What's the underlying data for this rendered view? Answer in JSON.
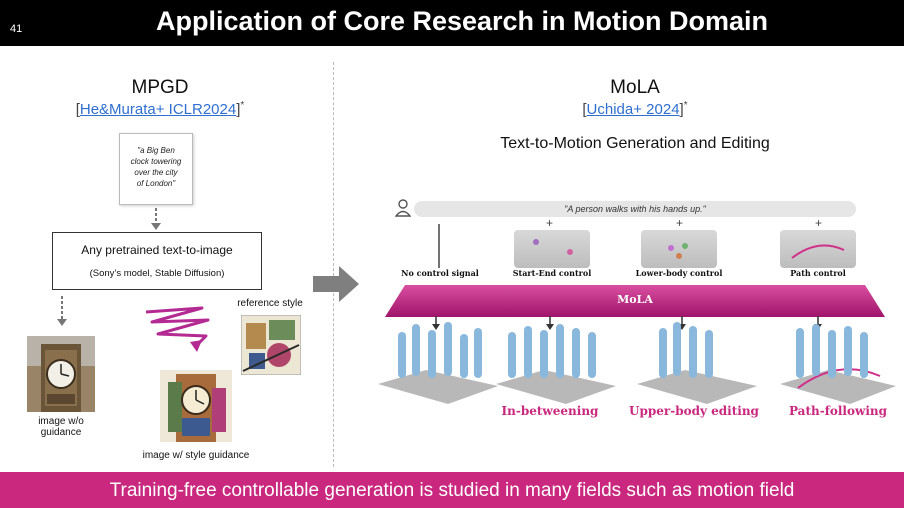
{
  "slide": {
    "number": "41",
    "title": "Application of Core Research in Motion Domain",
    "footer": "Training-free controllable generation is studied in many fields such as motion field"
  },
  "left": {
    "title": "MPGD",
    "cite_open": "[",
    "cite_link": "He&Murata+ ICLR2024",
    "cite_close": "]",
    "cite_mark": "*",
    "prompt_lines": [
      "\"a Big Ben",
      "clock towering",
      "over the city",
      "of London\""
    ],
    "model_line1": "Any pretrained text-to-image",
    "model_line2": "(Sony’s model, Stable Diffusion)",
    "reference_label": "reference style",
    "no_guidance_label_1": "image w/o",
    "no_guidance_label_2": "guidance",
    "style_guidance_label": "image w/ style guidance"
  },
  "right": {
    "title": "MoLA",
    "cite_open": "[",
    "cite_link": "Uchida+ 2024",
    "cite_close": "]",
    "cite_mark": "*",
    "subtitle": "Text-to-Motion Generation and Editing",
    "prompt": "\"A person walks with his hands up.\"",
    "controls": [
      "No control signal",
      "Start-End control",
      "Lower-body control",
      "Path control"
    ],
    "band_label": "MoLA",
    "tasks": [
      "In-betweening",
      "Upper-body editing",
      "Path-following"
    ]
  },
  "colors": {
    "accent": "#c9287e",
    "header_bg": "#000000",
    "link": "#2f6fd0",
    "figure": "#8ab8dc"
  }
}
